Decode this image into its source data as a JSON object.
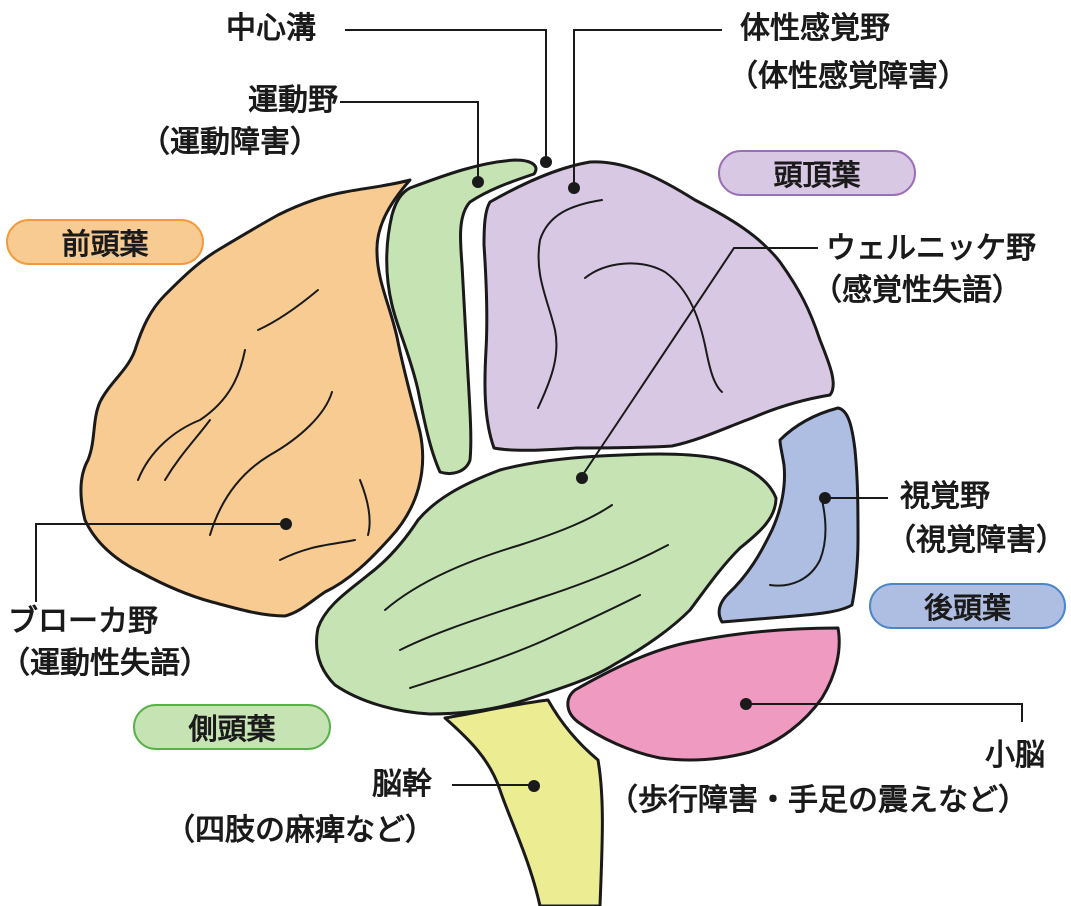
{
  "regions": {
    "frontal": {
      "name": "前頭葉",
      "color": "#f8cb92"
    },
    "parietal": {
      "name": "頭頂葉",
      "color": "#d8c8e4"
    },
    "temporal": {
      "name": "側頭葉",
      "color": "#c6e3b4"
    },
    "occipital": {
      "name": "後頭葉",
      "color": "#aebde2"
    },
    "motor_strip": {
      "color": "#c6e3b4"
    },
    "cerebellum": {
      "color": "#ef9ac0"
    },
    "brainstem": {
      "color": "#ecec92"
    }
  },
  "pill_borders": {
    "frontal": "#f29a3c",
    "parietal": "#9a6fb8",
    "temporal": "#58b24a",
    "occipital": "#4a86c8"
  },
  "labels": {
    "central_sulcus": "中心溝",
    "motor_area": "運動野",
    "motor_area_note": "（運動障害）",
    "somatosensory_area": "体性感覚野",
    "somatosensory_area_note": "（体性感覚障害）",
    "wernicke_area": "ウェルニッケ野",
    "wernicke_area_note": "（感覚性失語）",
    "broca_area": "ブローカ野",
    "broca_area_note": "（運動性失語）",
    "visual_area": "視覚野",
    "visual_area_note": "（視覚障害）",
    "cerebellum": "小脳",
    "cerebellum_note": "（歩行障害・手足の震えなど）",
    "brainstem": "脳幹",
    "brainstem_note": "（四肢の麻痺など）"
  }
}
